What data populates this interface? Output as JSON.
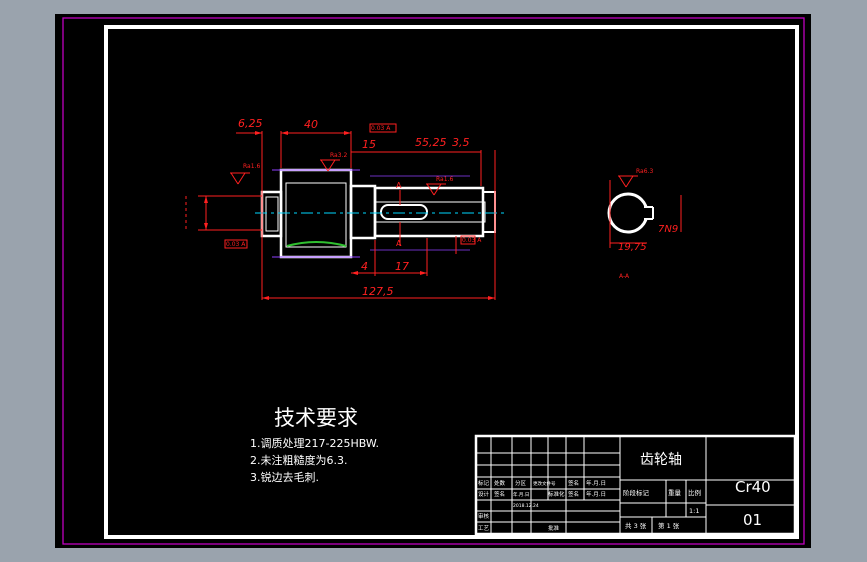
{
  "drawing": {
    "dims": {
      "d_6_25": "6,25",
      "d_40": "40",
      "d_15": "15",
      "d_55_25": "55,25",
      "d_3_5": "3,5",
      "d_4": "4",
      "d_17": "17",
      "d_127_5": "127,5",
      "d_19_75": "19,75",
      "d_7n9": "7N9",
      "section_label": "A-A",
      "section_mark": "A"
    },
    "roughness": {
      "r1": "Ra1.6",
      "r2": "Ra3.2",
      "r3": "Ra1.6",
      "r4": "Ra6.3"
    },
    "tolerances": {
      "t1": "0.03 A",
      "t2": "0.03 A",
      "t3": "0.03 A"
    },
    "tech": {
      "title": "技术要求",
      "items": [
        "1.调质处理217-225HBW.",
        "2.未注粗糙度为6.3.",
        "3.锐边去毛刺."
      ]
    }
  },
  "title_block": {
    "part_name": "齿轮轴",
    "material": "Cr40",
    "drawing_no": "01",
    "scale": "1:1",
    "stage_mark": "阶段标记",
    "weight": "重量",
    "ratio": "比例",
    "sheets": "共 3 张",
    "sheet": "第 1 张",
    "headers": [
      "标记",
      "处数",
      "分区",
      "更改文件号",
      "签名",
      "年.月.日"
    ],
    "design_row": [
      "设计",
      "签名",
      "年.月.日",
      "标准化",
      "签名",
      "年.月.日"
    ],
    "design_date": "2018.12.24",
    "review": "审核",
    "process": "工艺",
    "approve": "批准"
  }
}
